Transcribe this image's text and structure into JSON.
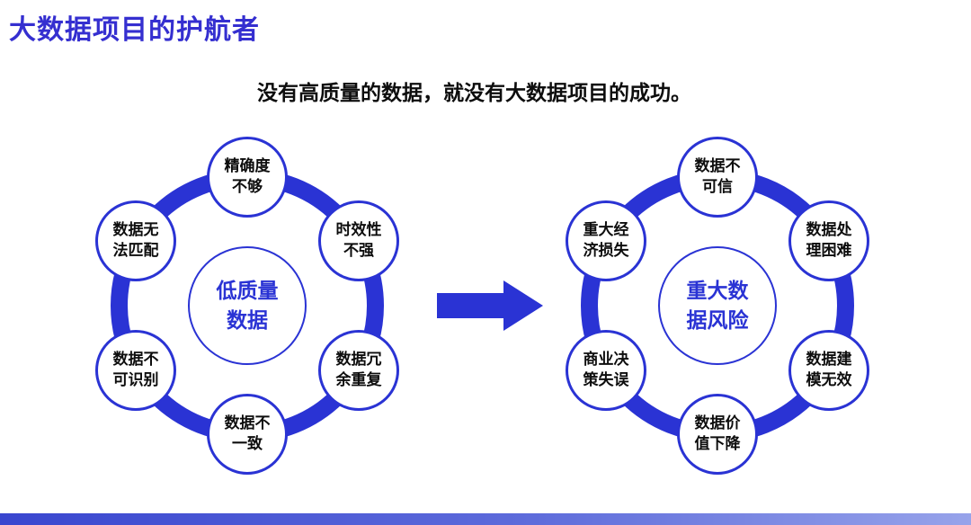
{
  "title": "大数据项目的护航者",
  "subtitle": "没有高质量的数据，就没有大数据项目的成功。",
  "colors": {
    "accent": "#2a33d4",
    "title": "#352fd0",
    "footer_start": "#3946cf",
    "footer_mid": "#5e6cdb",
    "footer_end": "#97a3ea"
  },
  "left_hub": {
    "center_label": "低质量\n数据",
    "satellites": [
      "精确度\n不够",
      "时效性\n不强",
      "数据冗\n余重复",
      "数据不\n一致",
      "数据不\n可识别",
      "数据无\n法匹配"
    ]
  },
  "right_hub": {
    "center_label": "重大数\n据风险",
    "satellites": [
      "数据不\n可信",
      "数据处\n理困难",
      "数据建\n模无效",
      "数据价\n值下降",
      "商业决\n策失误",
      "重大经\n济损失"
    ]
  }
}
